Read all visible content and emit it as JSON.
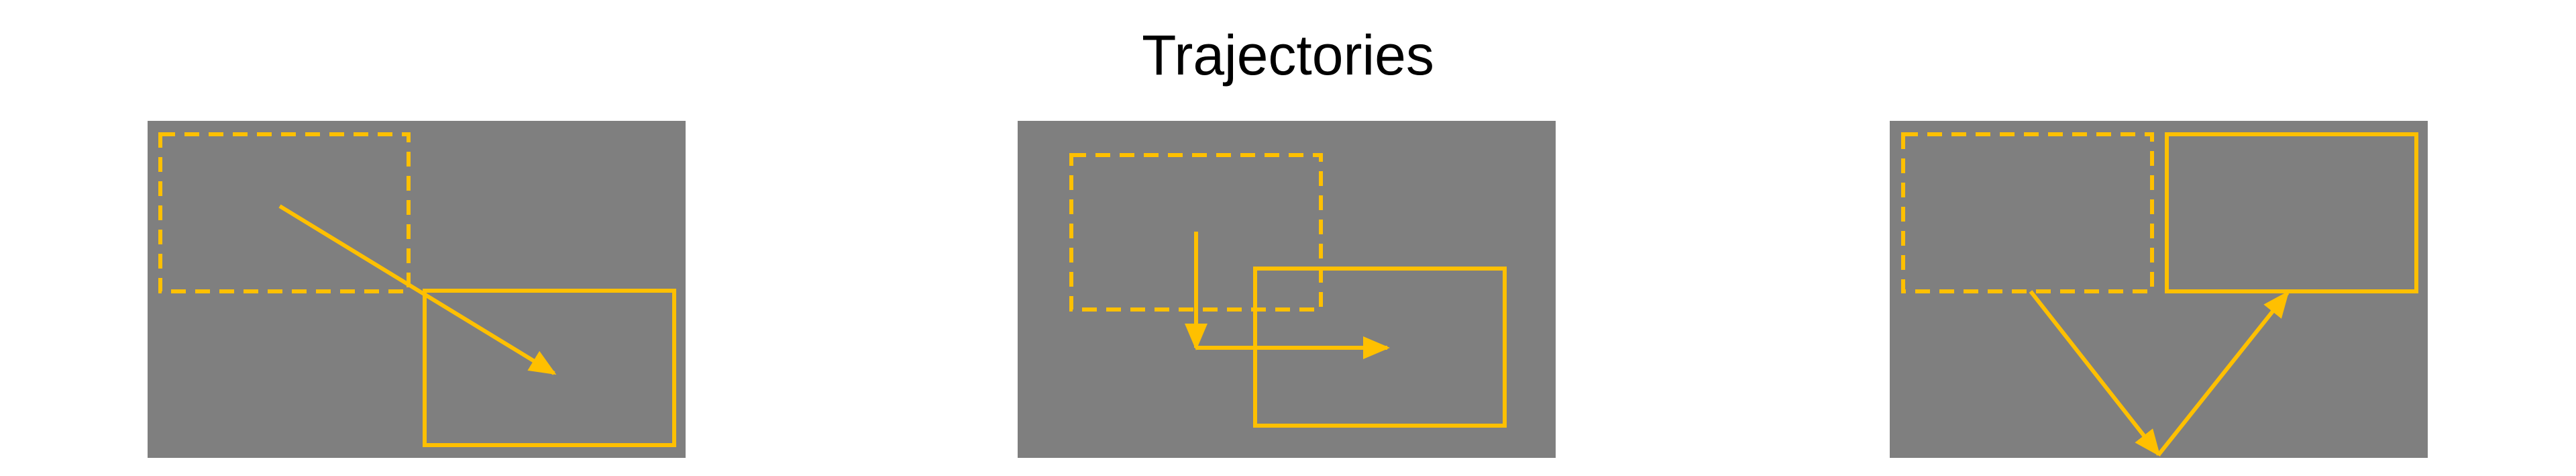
{
  "title": "Trajectories",
  "colors": {
    "background": "#ffffff",
    "panel": "#7f7f7f",
    "stroke": "#ffc000",
    "title": "#000000"
  },
  "panels": [
    {
      "name": "panel-diagonal-trajectory",
      "description_shapes": [
        "start-box-dashed",
        "end-box-solid",
        "diagonal-arrow"
      ]
    },
    {
      "name": "panel-l-shaped-trajectory",
      "description_shapes": [
        "start-box-dashed",
        "end-box-solid",
        "down-then-right-arrows"
      ]
    },
    {
      "name": "panel-v-shaped-trajectory",
      "description_shapes": [
        "start-box-dashed",
        "end-box-solid",
        "down-then-up-arrows"
      ]
    }
  ]
}
